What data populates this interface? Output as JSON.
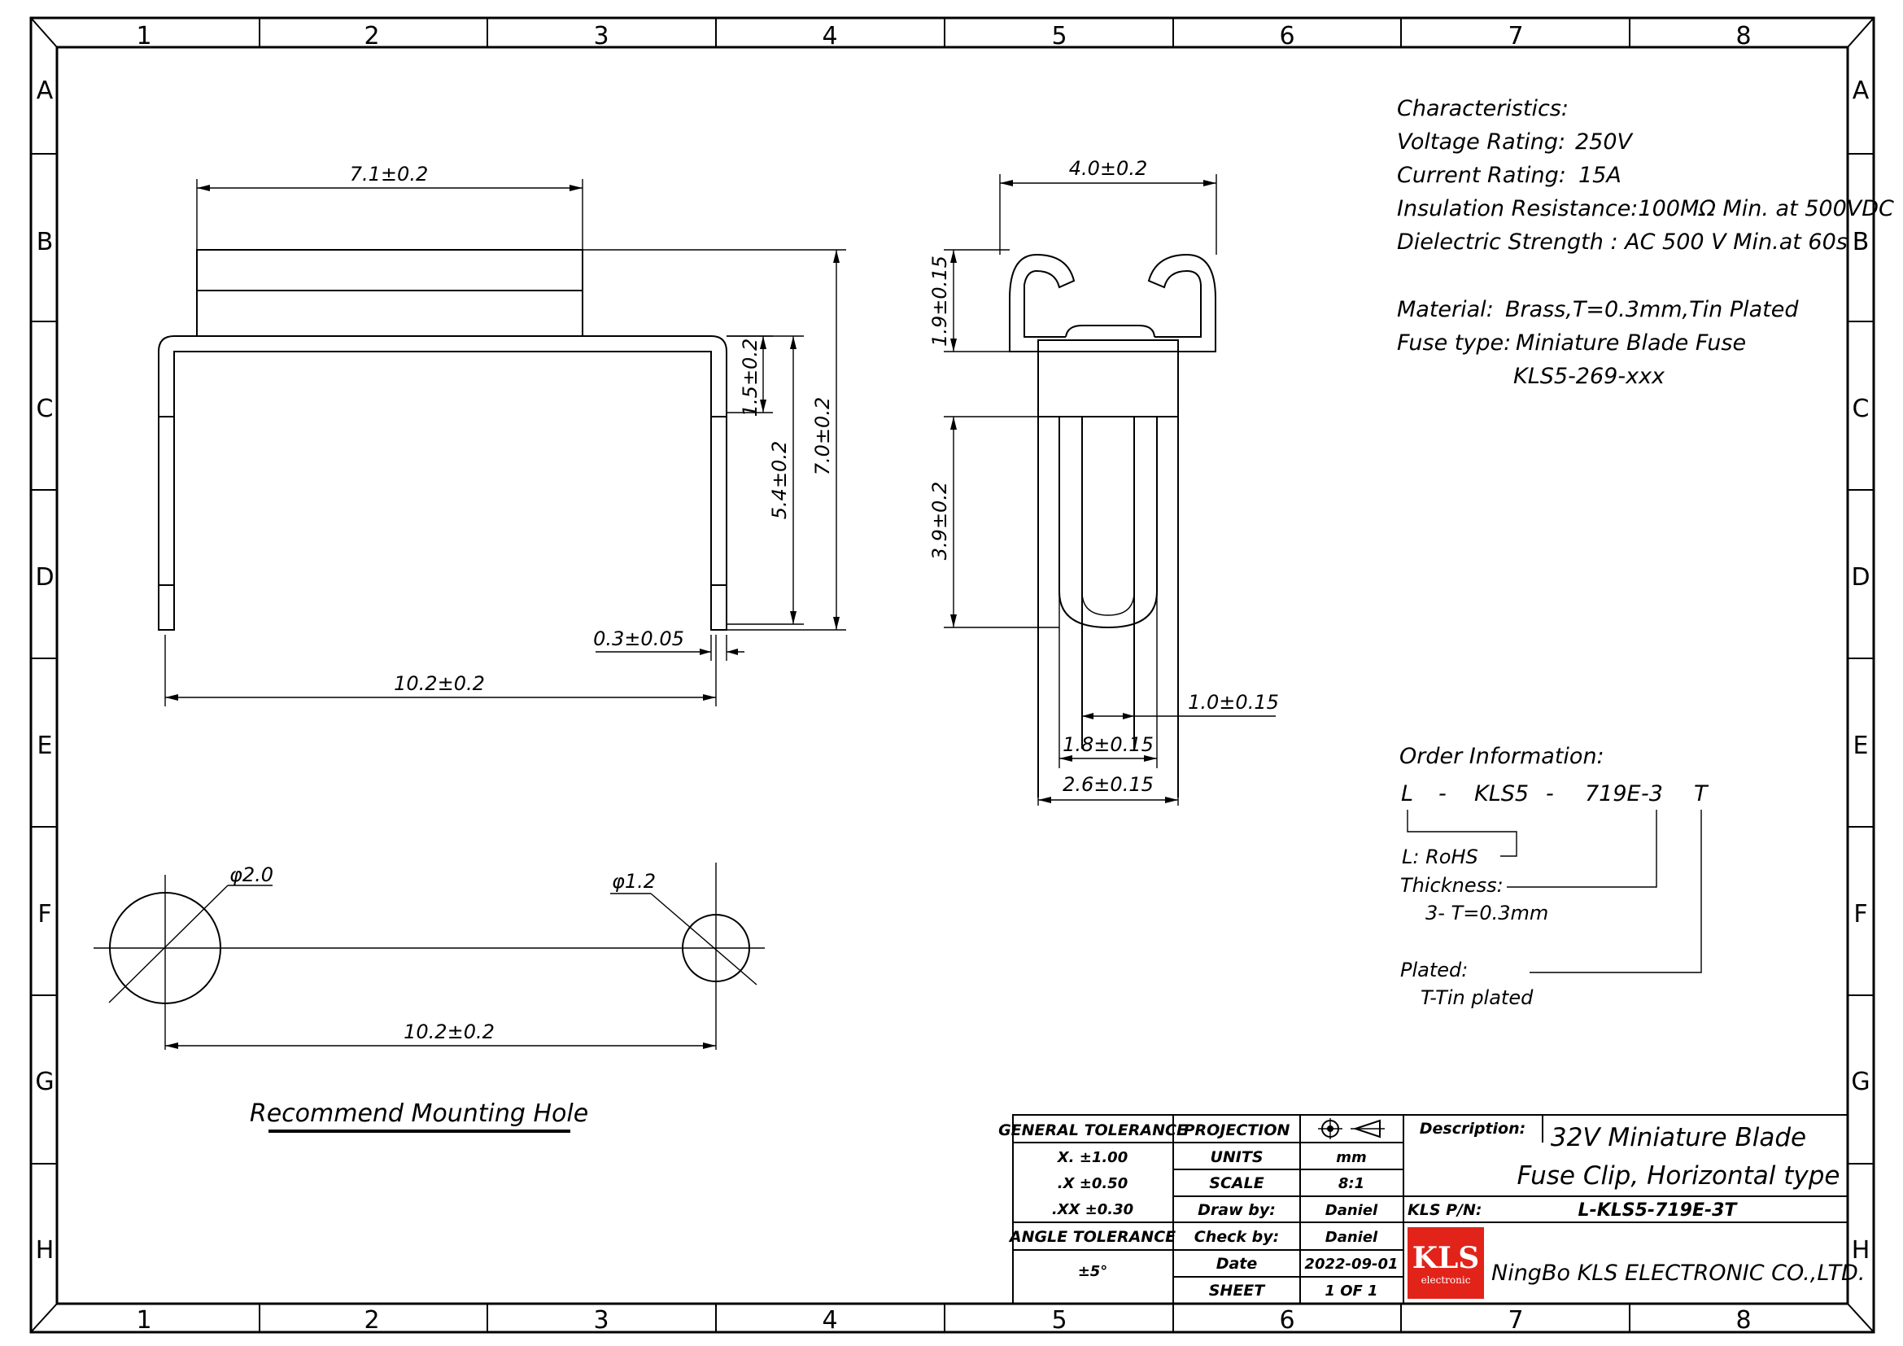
{
  "border": {
    "columns": [
      "1",
      "2",
      "3",
      "4",
      "5",
      "6",
      "7",
      "8"
    ],
    "rows": [
      "A",
      "B",
      "C",
      "D",
      "E",
      "F",
      "G",
      "H"
    ]
  },
  "side_view": {
    "width_top": "7.1±0.2",
    "width_bottom": "10.2±0.2",
    "thickness": "0.3±0.05",
    "h_1_5": "1.5±0.2",
    "h_5_4": "5.4±0.2",
    "h_7_0": "7.0±0.2"
  },
  "front_view": {
    "width": "4.0±0.2",
    "h_1_9": "1.9±0.15",
    "h_3_9": "3.9±0.2",
    "w_1_0": "1.0±0.15",
    "w_1_8": "1.8±0.15",
    "w_2_6": "2.6±0.15"
  },
  "mounting": {
    "d_large": "φ2.0",
    "d_small": "φ1.2",
    "pitch": "10.2±0.2",
    "title": "Recommend Mounting Hole"
  },
  "characteristics": {
    "heading": "Characteristics:",
    "voltage_label": "Voltage Rating:",
    "voltage_value": "250V",
    "current_label": "Current Rating:",
    "current_value": "15A",
    "insulation": "Insulation Resistance:100MΩ Min. at 500VDC",
    "dielectric": "Dielectric Strength :  AC 500 V Min.at 60s",
    "material_label": "Material:",
    "material_value": "Brass,T=0.3mm,Tin Plated",
    "fuse_type_label": "Fuse type:",
    "fuse_type_value": "Miniature Blade Fuse",
    "fuse_type_model": "KLS5-269-xxx"
  },
  "order_info": {
    "heading": "Order Information:",
    "code": [
      "L",
      "-",
      "KLS5",
      "-",
      "719E",
      "-3",
      "T"
    ],
    "rohs": "L: RoHS",
    "thickness_label": "Thickness:",
    "thickness_value": "3-  T=0.3mm",
    "plated_label": "Plated:",
    "plated_value": "T-Tin plated"
  },
  "title_block": {
    "general_tolerance": "GENERAL TOLERANCE",
    "tol_x": "X.   ±1.00",
    "tol_x1": ".X   ±0.50",
    "tol_x2": ".XX   ±0.30",
    "angle_tolerance": "ANGLE TOLERANCE",
    "angle_value": "±5°",
    "projection": "PROJECTION",
    "units_label": "UNITS",
    "units_value": "mm",
    "scale_label": "SCALE",
    "scale_value": "8:1",
    "draw_label": "Draw by:",
    "draw_value": "Daniel",
    "check_label": "Check by:",
    "check_value": "Daniel",
    "date_label": "Date",
    "date_value": "2022-09-01",
    "sheet_label": "SHEET",
    "sheet_value": "1  OF  1",
    "description_label": "Description:",
    "description_line1": "32V Miniature Blade",
    "description_line2": "Fuse Clip, Horizontal type",
    "pn_label": "KLS P/N:",
    "pn_value": "L-KLS5-719E-3T",
    "logo_text": "KLS",
    "logo_sub": "electronic",
    "company": "NingBo KLS ELECTRONIC CO.,LTD.",
    "logo_color": "#e2231a"
  }
}
